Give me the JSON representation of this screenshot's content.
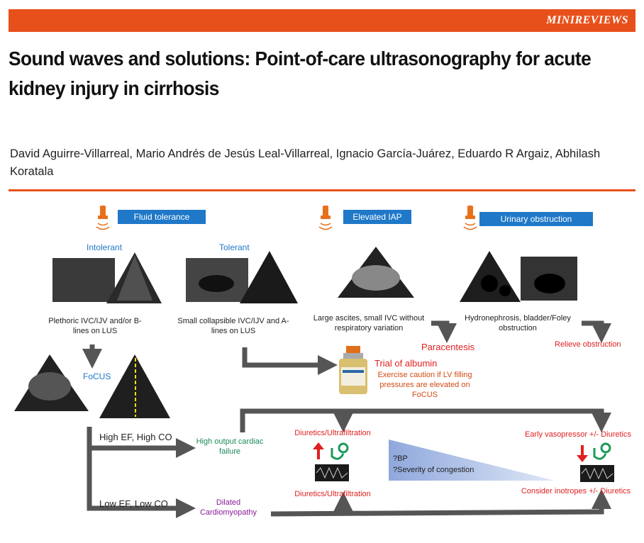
{
  "banner": {
    "label": "MINIREVIEWS",
    "color": "#e8501b"
  },
  "title": "Sound waves and solutions: Point-of-care ultrasonography for acute kidney injury in cirrhosis",
  "authors": "David Aguirre-Villarreal, Mario Andrés de Jesús Leal-Villarreal, Ignacio García-Juárez, Eduardo R Argaiz, Abhilash Koratala",
  "figure": {
    "headers": {
      "fluid": "Fluid tolerance",
      "iap": "Elevated IAP",
      "urinary": "Urinary obstruction"
    },
    "intolerant": "Intolerant",
    "tolerant": "Tolerant",
    "cap_intolerant": "Plethoric IVC/IJV and/or B-lines on LUS",
    "cap_tolerant": "Small collapsible IVC/IJV and A-lines on LUS",
    "cap_iap": "Large ascites, small IVC without respiratory variation",
    "cap_urinary": "Hydronephrosis, bladder/Foley obstruction",
    "paracentesis": "Paracentesis",
    "relieve": "Relieve obstruction",
    "focus": "FoCUS",
    "albumin_title": "Trial of albumin",
    "albumin_note": "Exercise caution if LV filling pressures are elevated on FoCUS",
    "high_ef": "High EF, High CO",
    "low_ef": "Low EF, Low CO",
    "high_output": "High output cardiac failure",
    "dilated": "Dilated Cardiomyopathy",
    "diuretics_top": "Diuretics/Ultrafiltration",
    "diuretics_bottom": "Diuretics/Ultrafiltration",
    "early_vaso": "Early vasopressor +/- Diuretics",
    "inotropes": "Consider inotropes +/- Diuretics",
    "bp": "?BP",
    "severity": "?Severity of congestion",
    "colors": {
      "blue": "#1f78c8",
      "red": "#e01f1f",
      "orange": "#d24a14",
      "green": "#1b8a5a",
      "purple": "#8a1a9a",
      "arrow_gray": "#555555"
    }
  }
}
